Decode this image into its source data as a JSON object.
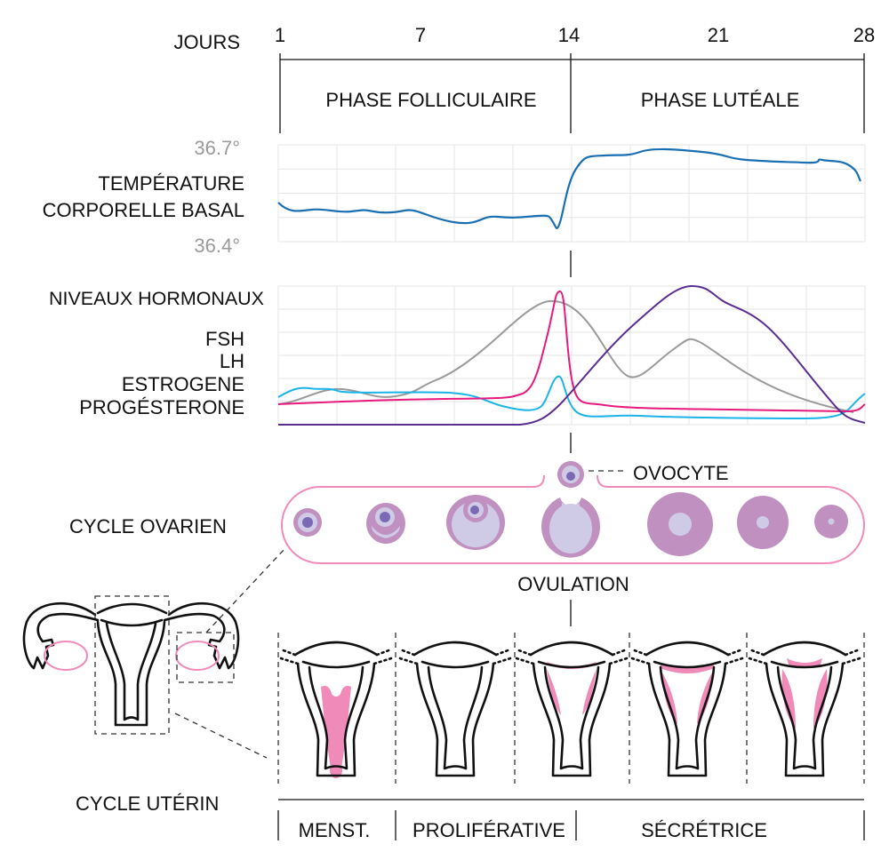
{
  "days_label": "JOURS",
  "days": [
    "1",
    "7",
    "14",
    "21",
    "28"
  ],
  "phases": {
    "follicular": "PHASE FOLLICULAIRE",
    "luteal": "PHASE LUTÉALE"
  },
  "temperature": {
    "title_line1": "TEMPÉRATURE",
    "title_line2": "CORPORELLE BASAL",
    "max_label": "36.7°",
    "min_label": "36.4°",
    "color": "#1a6fb3"
  },
  "hormones": {
    "title": "NIVEAUX HORMONAUX",
    "fsh": {
      "label": "FSH",
      "color": "#1ab4e8"
    },
    "lh": {
      "label": "LH",
      "color": "#e8197d"
    },
    "estrogen": {
      "label": "ESTROGENE",
      "color": "#9a9a9a"
    },
    "progesterone": {
      "label": "PROGÉSTERONE",
      "color": "#5b2d90"
    }
  },
  "ovarian": {
    "title": "CYCLE OVARIEN",
    "ovocyte": "OVOCYTE",
    "ovulation": "OVULATION"
  },
  "uterine": {
    "title": "CYCLE UTÉRIN",
    "phases": [
      "MENST.",
      "PROLIFÉRATIVE",
      "SÉCRÉTRICE"
    ]
  },
  "colors": {
    "pink": "#f08ab9",
    "follicle": "#c090c0",
    "follicle_inner": "#cfcbe6",
    "nucleus": "#7a6ab5",
    "lining": "#f08ab9"
  }
}
